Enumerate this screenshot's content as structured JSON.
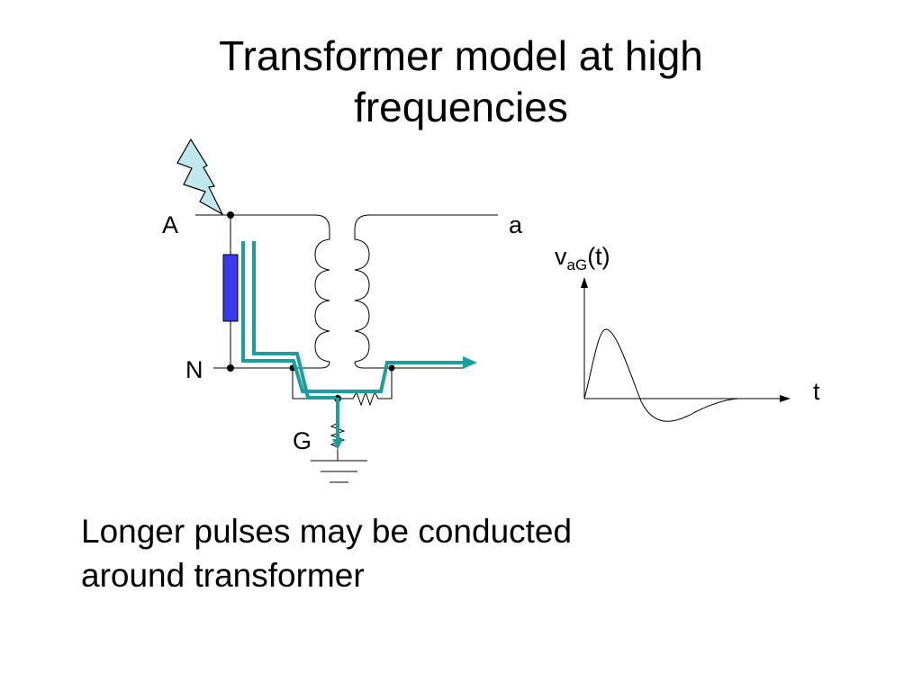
{
  "title": {
    "line1": "Transformer model at high",
    "line2": "frequencies"
  },
  "labels": {
    "A": "A",
    "a": "a",
    "N": "N",
    "G": "G",
    "t": "t"
  },
  "waveform_label": {
    "main": "v",
    "sub": "aG",
    "suffix": "(t)"
  },
  "caption": {
    "line1": "Longer pulses may be conducted",
    "line2": "around transformer"
  },
  "colors": {
    "path": "#1a9e9e",
    "arrester": "#3a3aee",
    "lightning_fill": "#bfe8ec",
    "line": "#000000"
  }
}
